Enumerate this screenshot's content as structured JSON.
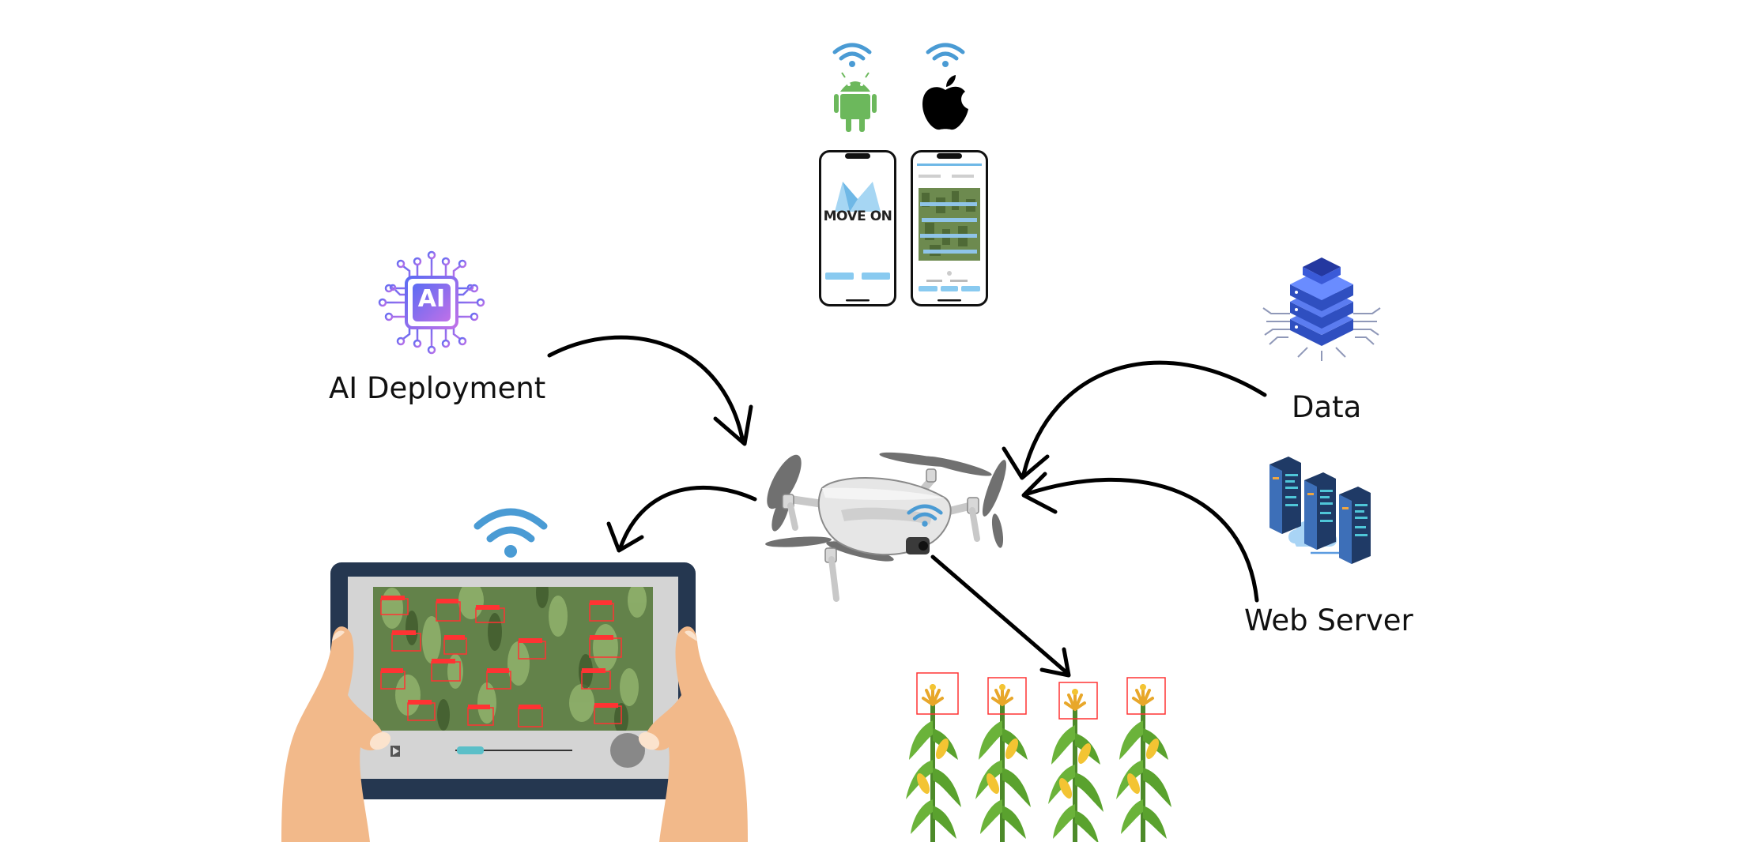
{
  "labels": {
    "ai_deployment": "AI Deployment",
    "data": "Data",
    "web_server": "Web Server"
  },
  "ai_chip": {
    "text": "AI"
  },
  "phone_app": {
    "logo_text": "MOVE ON"
  },
  "colors": {
    "wifi": "#4a9bd4",
    "android": "#6cb85c",
    "apple": "#000000",
    "ai_purple": "#8a5cf0",
    "server_blue": "#4466dd",
    "tablet_frame": "#253750",
    "detection_red": "#ff3333",
    "skin": "#f2b98a"
  },
  "icons": [
    "wifi-icon",
    "android-icon",
    "apple-icon",
    "ai-chip-icon",
    "database-icon",
    "web-server-icon",
    "drone-icon",
    "tablet-icon",
    "corn-plant-icon"
  ]
}
